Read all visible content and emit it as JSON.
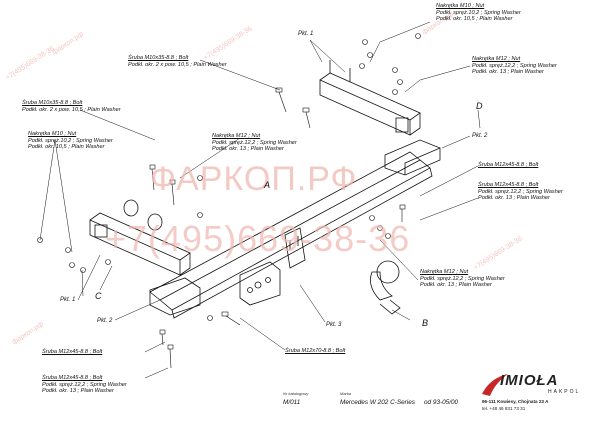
{
  "watermark": {
    "site": "ФАРКОП.РФ",
    "phone": "+7(495)669-38-36",
    "small_lines": [
      "+7(495)669-38-36",
      "фаркоп.рф",
      "+7(495)669-38-36",
      "фаркоп.рф",
      "+7(495)669-38-36",
      "фаркоп.рф"
    ]
  },
  "labels": {
    "nut_m10_top": [
      "Nakrętka  M10 ; Nut",
      "Podkł. spręż.10,2 ; Spring Washer",
      "Podkł. okr. 10,5 ; Plain Washer"
    ],
    "nut_m12_top": [
      "Nakrętka  M12 ; Nut",
      "Podkł. spręż.12,2 ; Spring Washer",
      "Podkł. okr. 13 ; Plain Washer"
    ],
    "bolt_m10x35_top": [
      "Śruba M10x35-8.8 ;  Bolt",
      "Podkł. okr. 2 x pow. 10,5 ; Plain Washer"
    ],
    "bolt_m10x35_left": [
      "Śruba M10x35-8.8 ;  Bolt",
      "Podkł. okr. 2 x pow. 10,5 ; Plain Washer"
    ],
    "nut_m12_mid": [
      "Nakrętka  M12 ; Nut",
      "Podkł. spręż.12,2 ; Spring Washer",
      "Podkł. okr. 13 ; Plain Washer"
    ],
    "nut_m10_left": [
      "Nakrętka  M10 ; Nut",
      "Podkł. spręż.10,2 ; Spring Washer",
      "Podkł. okr. 10,5 ; Plain Washer"
    ],
    "bolt_m12x45_right": [
      "Śruba M12x45-8.8 ;  Bolt"
    ],
    "bolt_m12x45_right2": [
      "Śruba M12x45-8.8 ;  Bolt",
      "Podkł. spręż.12,2 ; Spring Washer",
      "Podkł. okr. 13 ; Plain Washer"
    ],
    "nut_m12_right": [
      "Nakrętka  M12 ; Nut",
      "Podkł. spręż.12,2 ; Spring Washer",
      "Podkł. okr. 13 ; Plain Washer"
    ],
    "bolt_m12x45_bottom": [
      "Śruba M12x45-8.8 ;  Bolt"
    ],
    "bolt_m12x45_bottom2": [
      "Śruba M12x45-8.8 ;  Bolt",
      "Podkł. spręż.12,2 ; Spring Washer",
      "Podkł. okr. 13 ; Plain Washer"
    ],
    "bolt_m12x70": [
      "Śruba M12x70-8.8 ;  Bolt"
    ]
  },
  "points": {
    "pkt1_top": "Pkt. 1",
    "pkt2_right": "Pkt. 2",
    "pkt1_left": "Pkt. 1",
    "pkt2_left": "Pkt. 2",
    "pkt3": "Pkt. 3"
  },
  "letters": {
    "a": "A",
    "b": "B",
    "c": "C",
    "d": "D"
  },
  "footer": {
    "catalog_caption": "Nr katalogowy",
    "catalog_value": "M/011",
    "brand_caption": "Marka",
    "brand_value": "Mercedes W 202 C-Series",
    "years_value": "od 93-05/00"
  },
  "company": {
    "logo": "IMIOŁA",
    "logo_sub": "HAKPOL",
    "address": "96-111 Kowiesy, Chojnata 23 A",
    "phone": "tel. +48 46 831 73 31"
  },
  "colors": {
    "watermark": "#f0b7b0",
    "line": "#111111",
    "logo_accent": "#c62828"
  }
}
